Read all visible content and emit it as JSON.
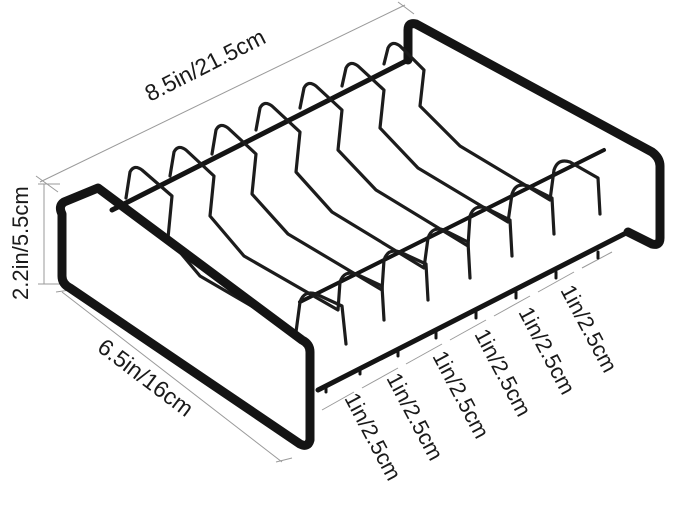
{
  "product": {
    "name": "dish-drying-rack",
    "frame_color": "#141414",
    "wire_color": "#1c1c1c",
    "slot_count": 6
  },
  "dimensions": {
    "length": "8.5in/21.5cm",
    "height": "2.2in/5.5cm",
    "width": "6.5in/16cm",
    "slot_spacing": [
      "1in/2.5cm",
      "1in/2.5cm",
      "1in/2.5cm",
      "1in/2.5cm",
      "1in/2.5cm",
      "1in/2.5cm"
    ]
  },
  "colors": {
    "text": "#1a1a1a",
    "dimension_line": "#9a9a9a",
    "background": "#ffffff"
  }
}
